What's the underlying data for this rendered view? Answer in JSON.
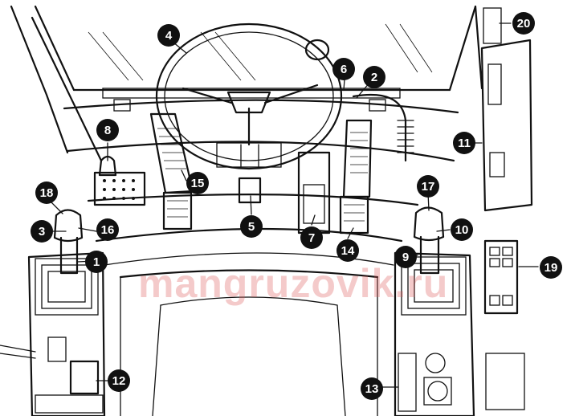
{
  "diagram": {
    "watermark": "mangruzovik.ru",
    "callouts": [
      {
        "number": "1"
      },
      {
        "number": "2"
      },
      {
        "number": "3"
      },
      {
        "number": "4"
      },
      {
        "number": "5"
      },
      {
        "number": "6"
      },
      {
        "number": "7"
      },
      {
        "number": "8"
      },
      {
        "number": "9"
      },
      {
        "number": "10"
      },
      {
        "number": "11"
      },
      {
        "number": "12"
      },
      {
        "number": "13"
      },
      {
        "number": "14"
      },
      {
        "number": "15"
      },
      {
        "number": "16"
      },
      {
        "number": "17"
      },
      {
        "number": "18"
      },
      {
        "number": "19"
      },
      {
        "number": "20"
      }
    ]
  }
}
